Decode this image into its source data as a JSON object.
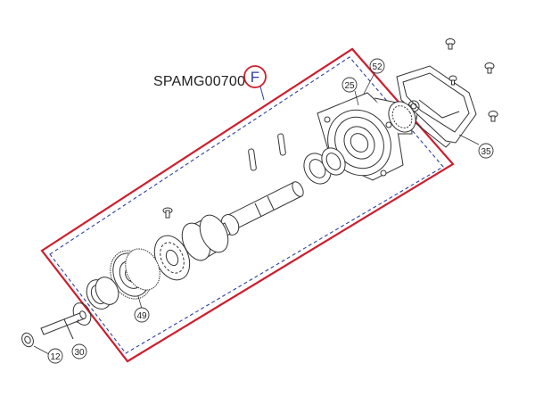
{
  "diagram": {
    "part_code": "SPAMG00700",
    "callout_letter": "F",
    "callouts": [
      "52",
      "25",
      "35",
      "49",
      "12",
      "30"
    ],
    "colors": {
      "boundary": "#cc1f2e",
      "dashed": "#2d3fa0",
      "callout_circle": "#cc1f2e",
      "callout_letter": "#2d3fa0",
      "line": "#333333"
    }
  }
}
